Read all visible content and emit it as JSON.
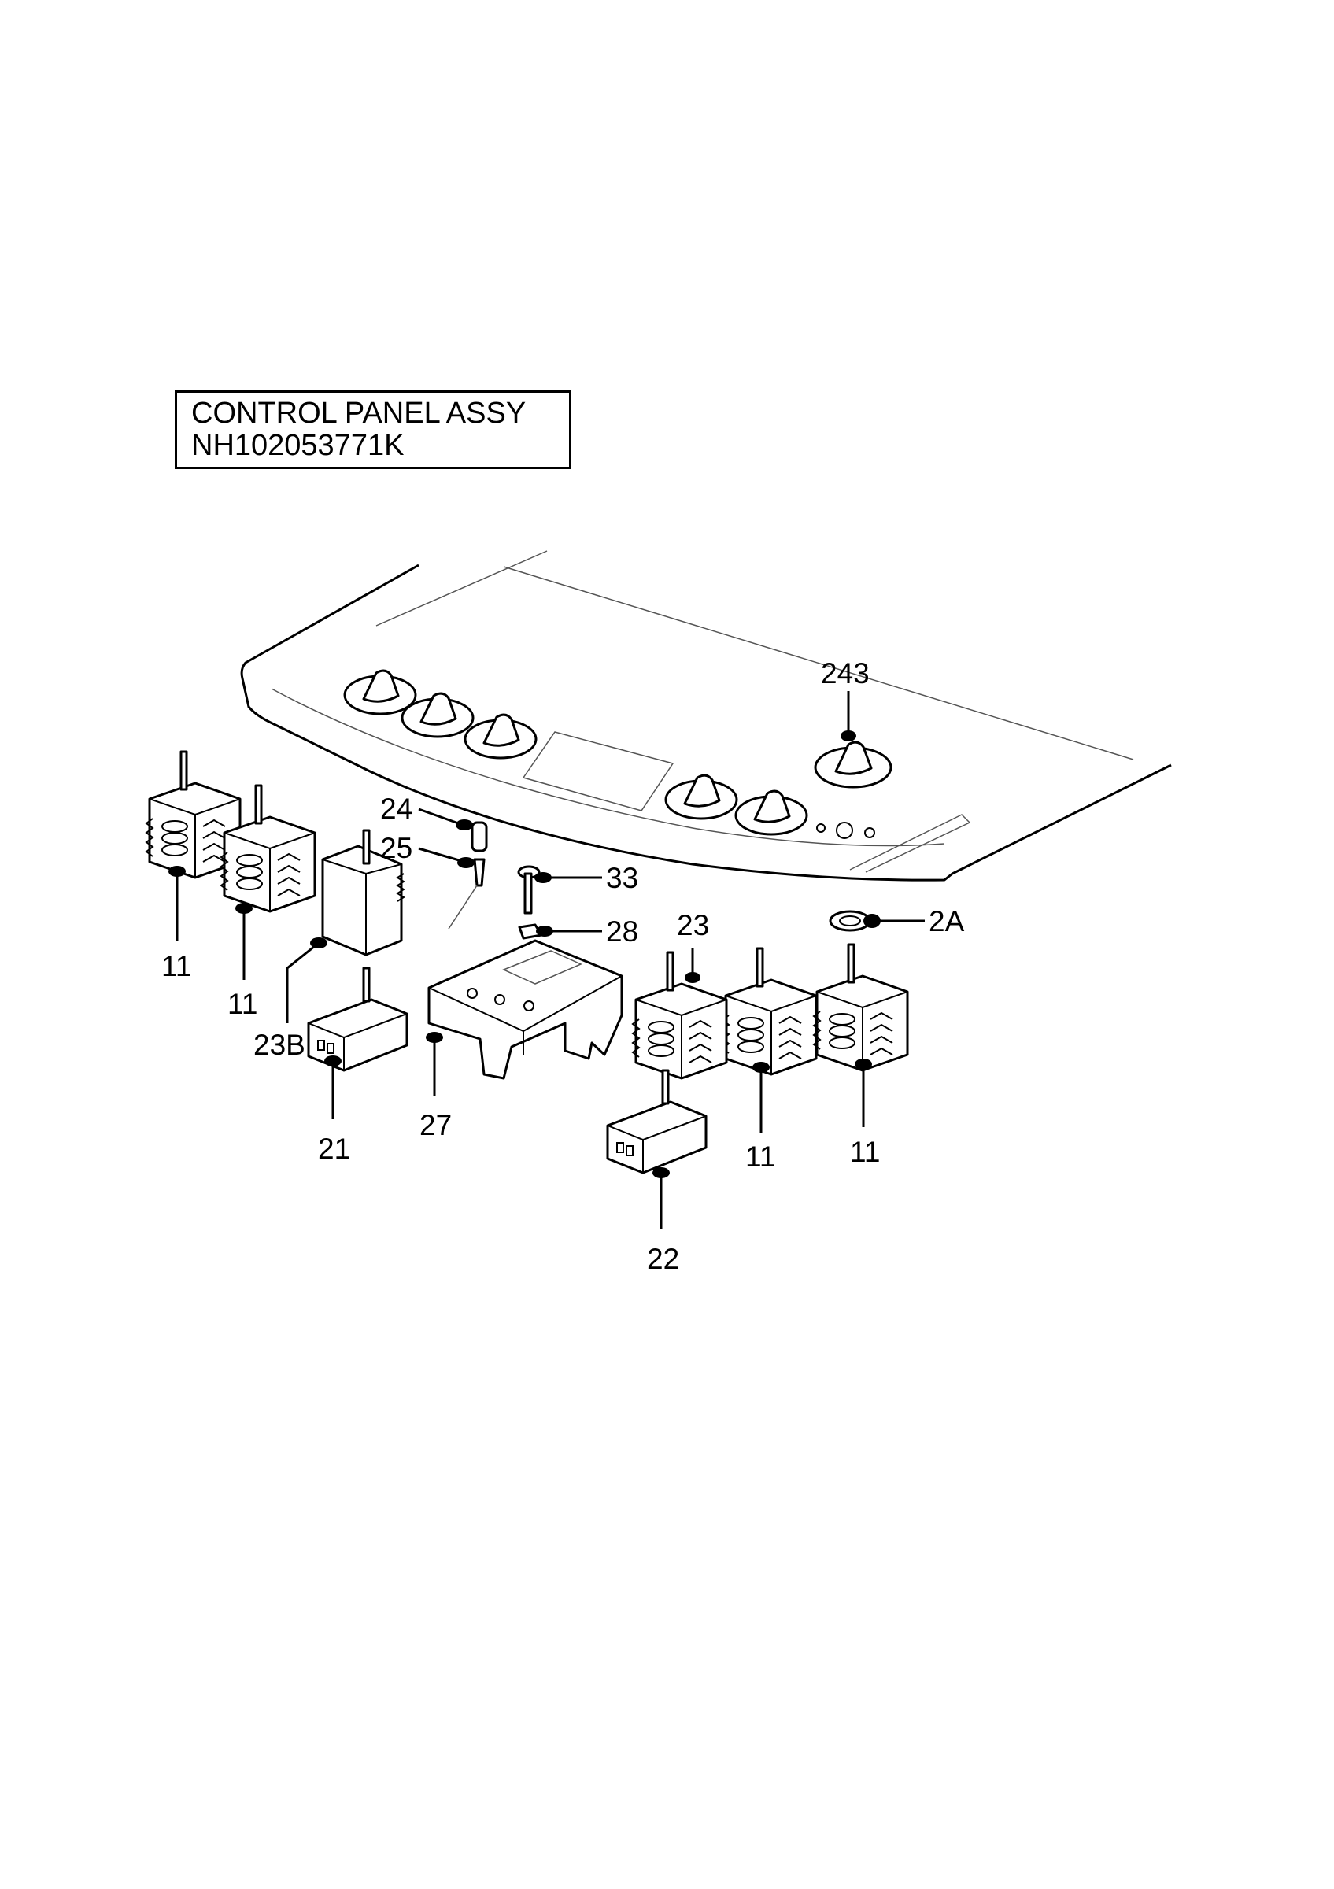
{
  "title": {
    "line1": "CONTROL PANEL  ASSY",
    "line2": "NH102053771K"
  },
  "part_labels": {
    "p243": "243",
    "p24": "24",
    "p25": "25",
    "p33": "33",
    "p28": "28",
    "p2A": "2A",
    "p23": "23",
    "p23B": "23B",
    "p27": "27",
    "p21": "21",
    "p22": "22",
    "p11a": "11",
    "p11b": "11",
    "p11c": "11",
    "p11d": "11"
  }
}
